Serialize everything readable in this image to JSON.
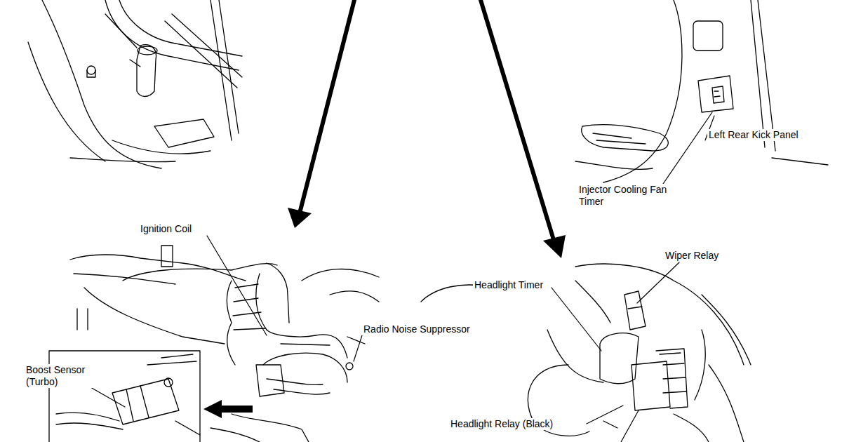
{
  "diagram": {
    "labels": [
      "Left Rear Kick Panel",
      "Injector Cooling Fan Timer",
      "Ignition Coil",
      "Radio Noise Suppressor",
      "Boost Sensor (Turbo)",
      "Wiper Relay",
      "Headlight Timer",
      "Headlight Relay (Black)"
    ]
  }
}
